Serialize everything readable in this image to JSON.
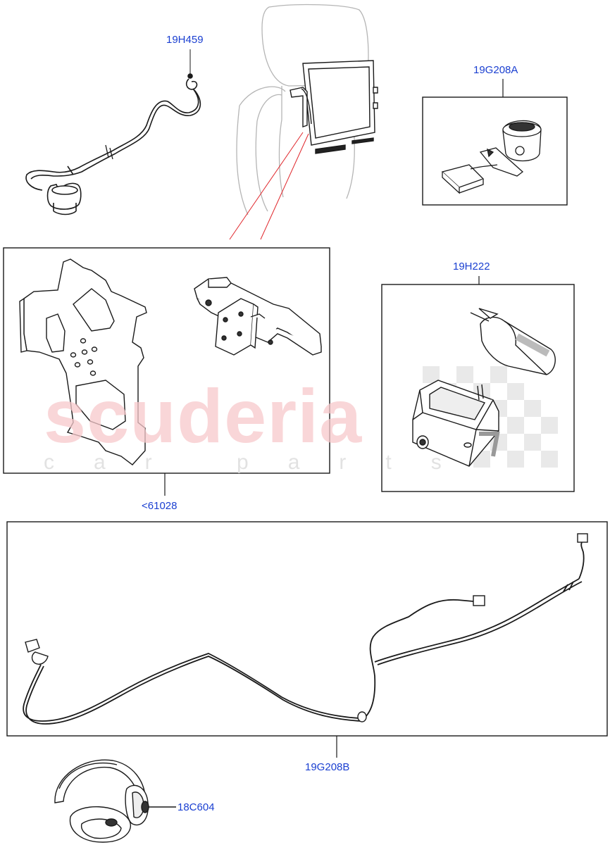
{
  "watermark": {
    "brand": "scuderia",
    "tagline": "car parts"
  },
  "callouts": {
    "holder_cable": "19H459",
    "box_top_right": "19G208A",
    "box_mid_right": "19H222",
    "box_left": "<61028",
    "box_bottom": "19G208B",
    "headphones": "18C604"
  },
  "colors": {
    "line": "#1a1a1a",
    "callout_text": "#1a3fd1",
    "leader_red": "#e0262b",
    "seat_outline": "#b5b5b5",
    "watermark_red": "#f7c9cc"
  }
}
